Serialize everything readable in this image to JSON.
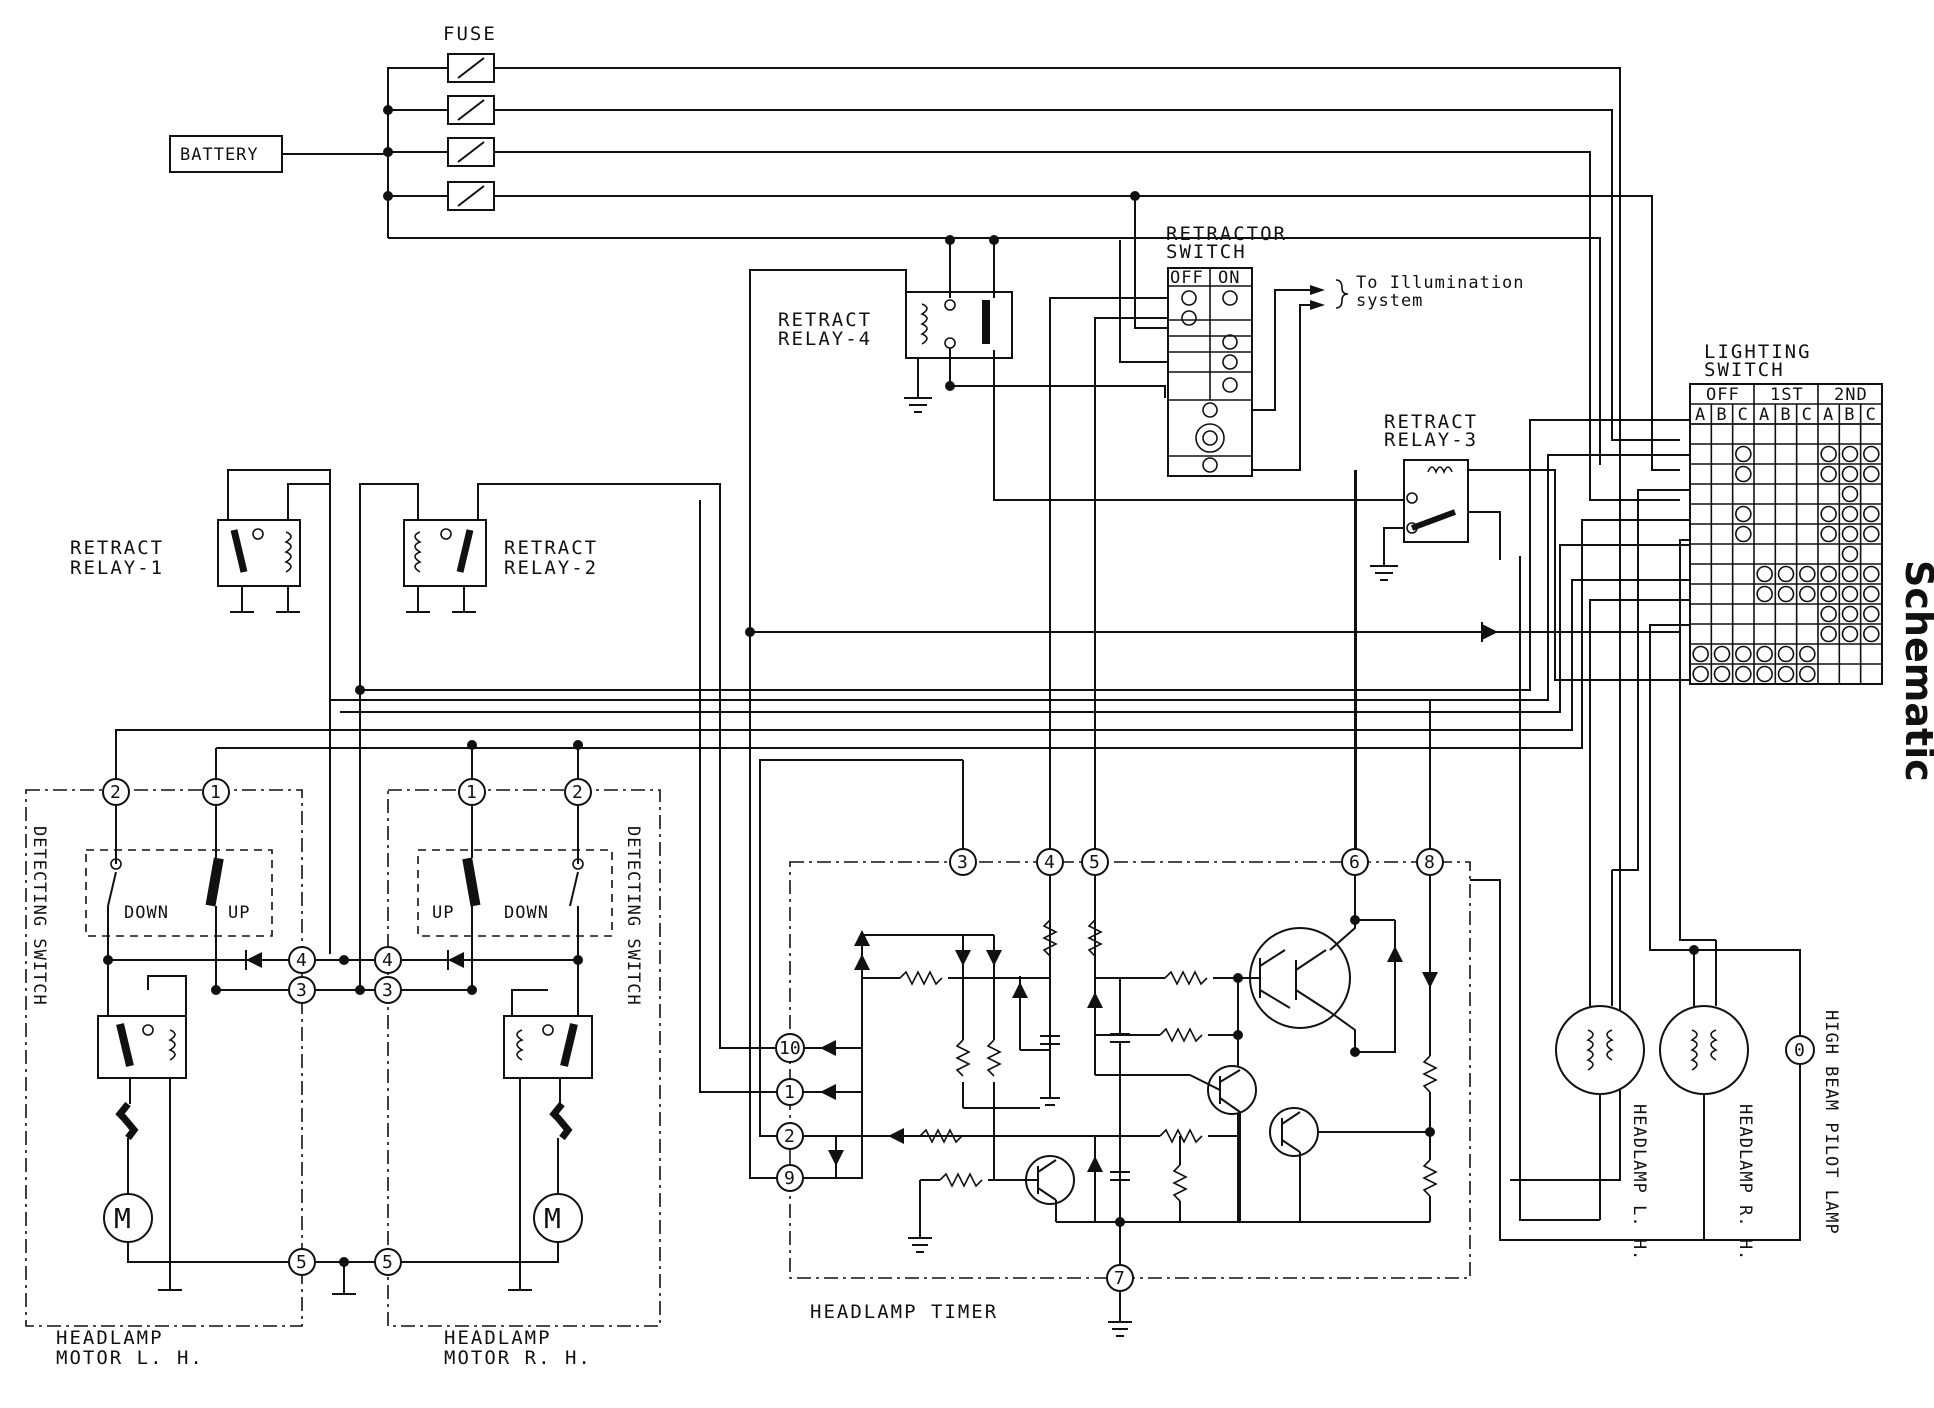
{
  "labels": {
    "fuse": "FUSE",
    "battery": "BATTERY",
    "retractor_switch_l1": "RETRACTOR",
    "retractor_switch_l2": "SWITCH",
    "rs_off": "OFF",
    "rs_on": "ON",
    "illum_l1": "To Illumination",
    "illum_l2": "system",
    "relay4_l1": "RETRACT",
    "relay4_l2": "RELAY-4",
    "relay3_l1": "RETRACT",
    "relay3_l2": "RELAY-3",
    "relay1_l1": "RETRACT",
    "relay1_l2": "RELAY-1",
    "relay2_l1": "RETRACT",
    "relay2_l2": "RELAY-2",
    "lighting_l1": "LIGHTING",
    "lighting_l2": "SWITCH",
    "ls_off": "OFF",
    "ls_1st": "1ST",
    "ls_2nd": "2ND",
    "col_a": "A",
    "col_b": "B",
    "col_c": "C",
    "detecting_switch": "DETECTING SWITCH",
    "down": "DOWN",
    "up": "UP",
    "motor_lh_l1": "HEADLAMP",
    "motor_lh_l2": "MOTOR L. H.",
    "motor_rh_l1": "HEADLAMP",
    "motor_rh_l2": "MOTOR R. H.",
    "headlamp_timer": "HEADLAMP TIMER",
    "headlamp_lh": "HEADLAMP L. H.",
    "headlamp_rh": "HEADLAMP R. H.",
    "high_beam": "HIGH BEAM PILOT LAMP",
    "side_title": "Schematic"
  },
  "pins": {
    "lh_motor": [
      "2",
      "1",
      "4",
      "3",
      "5"
    ],
    "rh_motor": [
      "1",
      "2",
      "4",
      "3",
      "5"
    ],
    "timer_top": [
      "3",
      "4",
      "5",
      "6",
      "8"
    ],
    "timer_left": [
      "10",
      "1",
      "2",
      "9"
    ],
    "timer_bottom": "7"
  }
}
